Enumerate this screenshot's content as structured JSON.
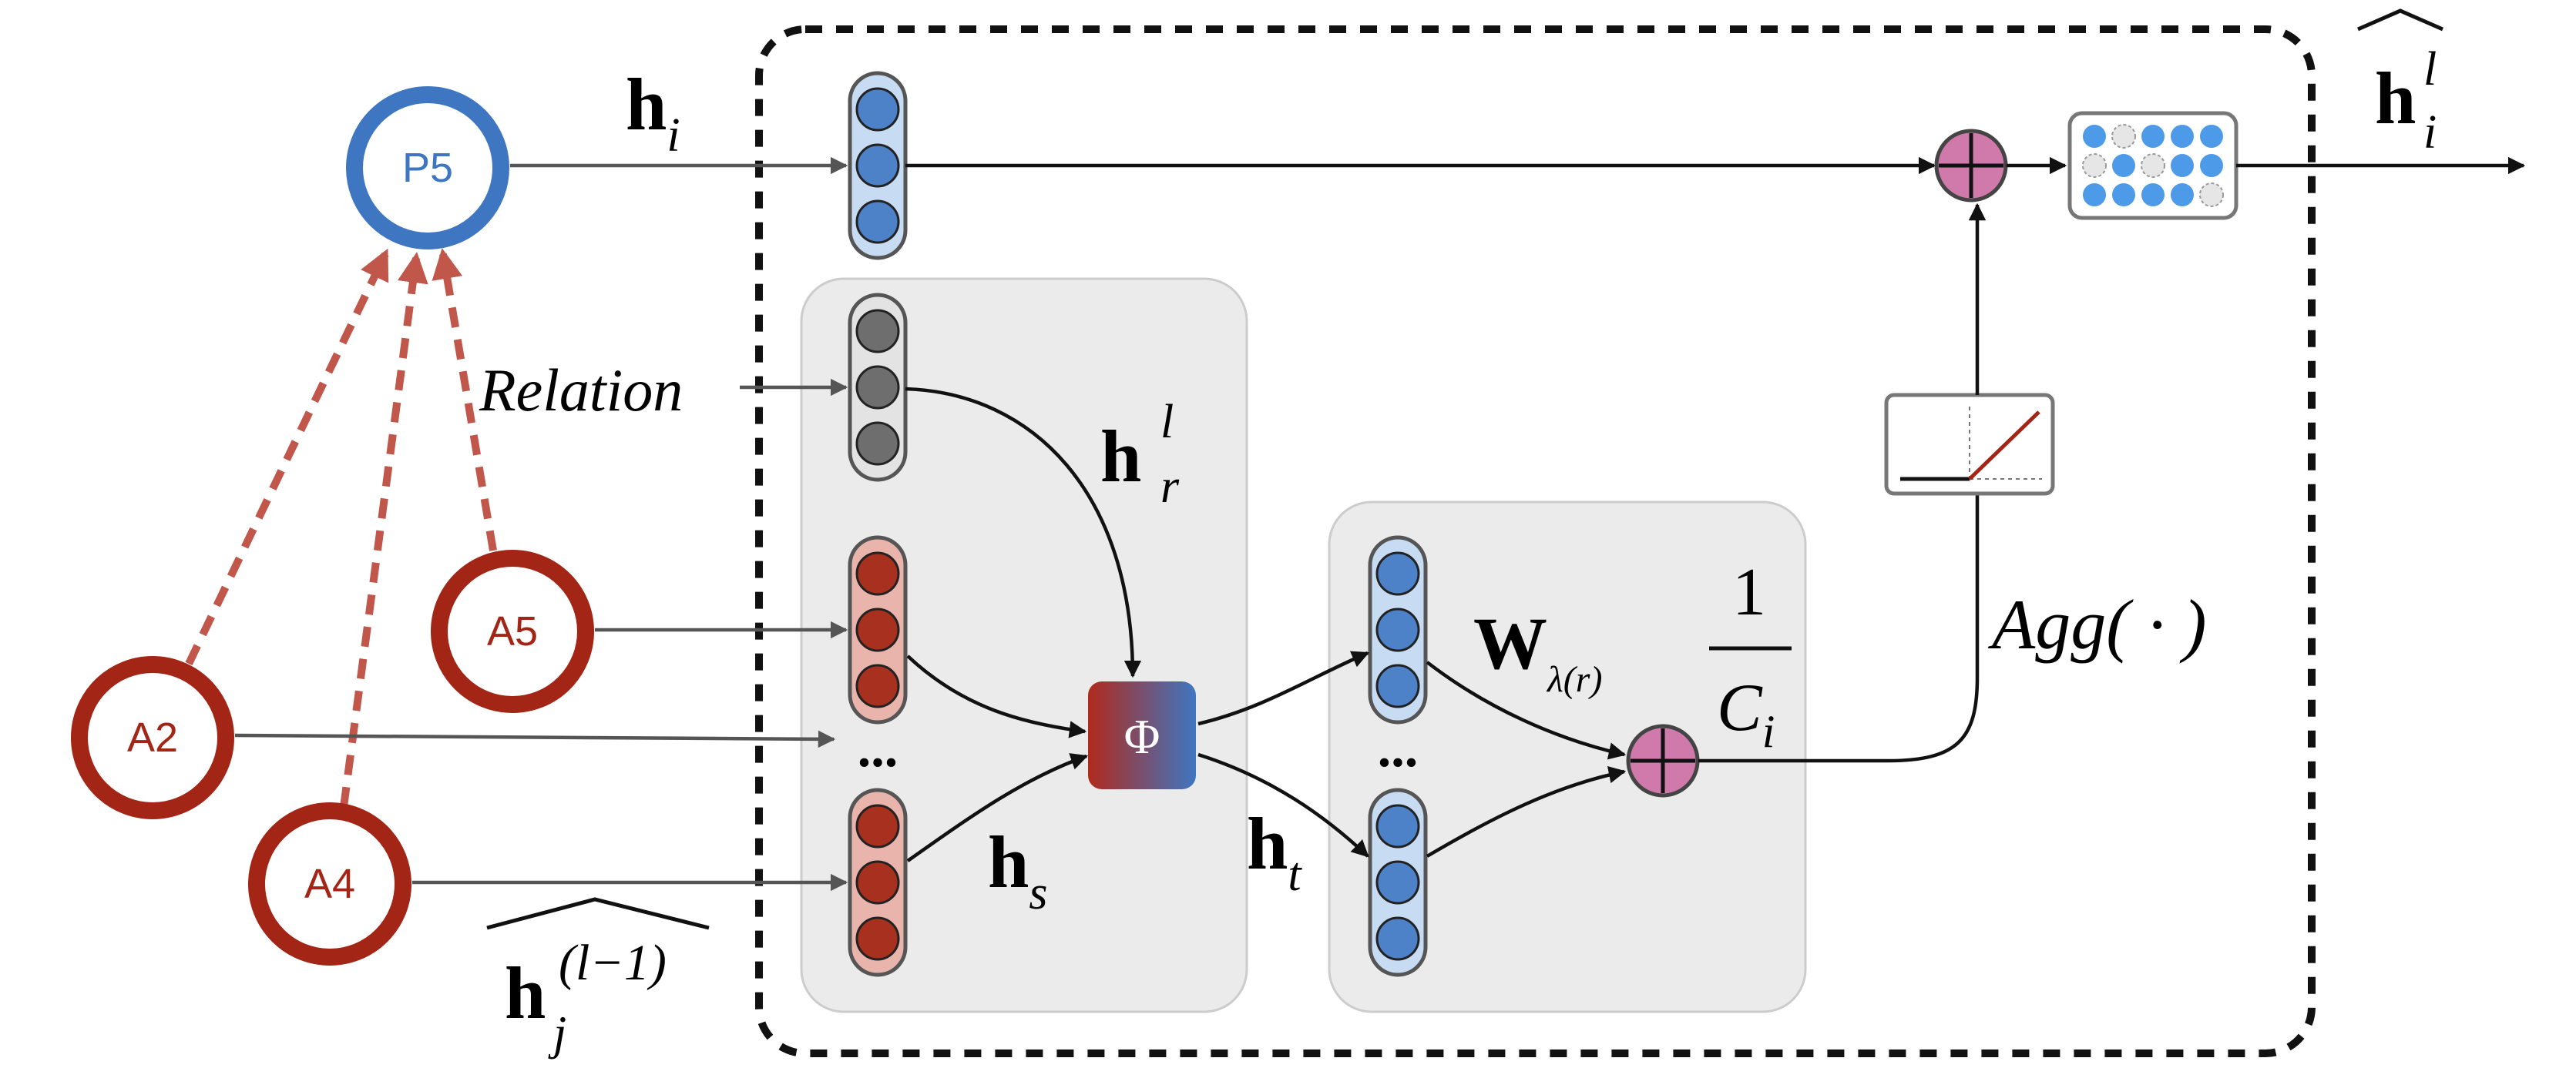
{
  "nodes": {
    "target": "P5",
    "neighbors": [
      "A5",
      "A2",
      "A4"
    ]
  },
  "labels": {
    "h_i": {
      "base": "h",
      "sub": "i"
    },
    "relation": "Relation",
    "h_r": {
      "base": "h",
      "sup": "l",
      "sub": "r"
    },
    "h_s": {
      "base": "h",
      "sub": "s"
    },
    "h_t": {
      "base": "h",
      "sub": "t"
    },
    "w_lambda": {
      "base": "W",
      "sub": "λ(r)"
    },
    "phi": "Φ",
    "norm_num": "1",
    "norm_den": {
      "base": "C",
      "sub": "i"
    },
    "agg": "Agg( · )",
    "h_out": {
      "base": "h",
      "sup": "l",
      "sub": "i"
    },
    "h_in": {
      "base": "h",
      "sup": "(l−1)",
      "sub": "j"
    },
    "ellipsis": "..."
  },
  "colors": {
    "target_node": "#3f76c1",
    "neighbor_node": "#a22516",
    "edge_dashed": "#c0574a",
    "blue_cell": "#4d82c8",
    "red_cell": "#a8301f",
    "gray_cell": "#6e6e6e",
    "sum_op": "#cf7aab",
    "panel": "#ebebeb"
  }
}
